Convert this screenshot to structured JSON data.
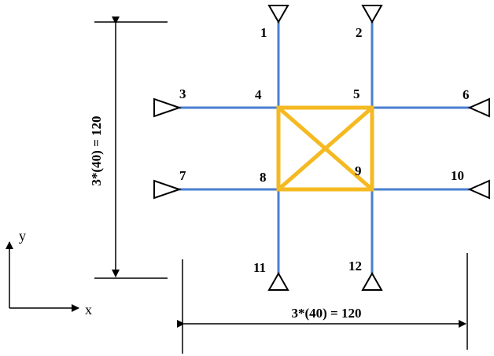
{
  "dimensions": {
    "vertical_label": "3*(40) = 120",
    "horizontal_label": "3*(40) = 120"
  },
  "axes": {
    "x_label": "x",
    "y_label": "y"
  },
  "nodes": [
    "1",
    "2",
    "3",
    "4",
    "5",
    "6",
    "7",
    "8",
    "9",
    "10",
    "11",
    "12"
  ],
  "colors": {
    "member": "#4a7fd0",
    "bracing": "#f5b921",
    "support": "#000000"
  }
}
